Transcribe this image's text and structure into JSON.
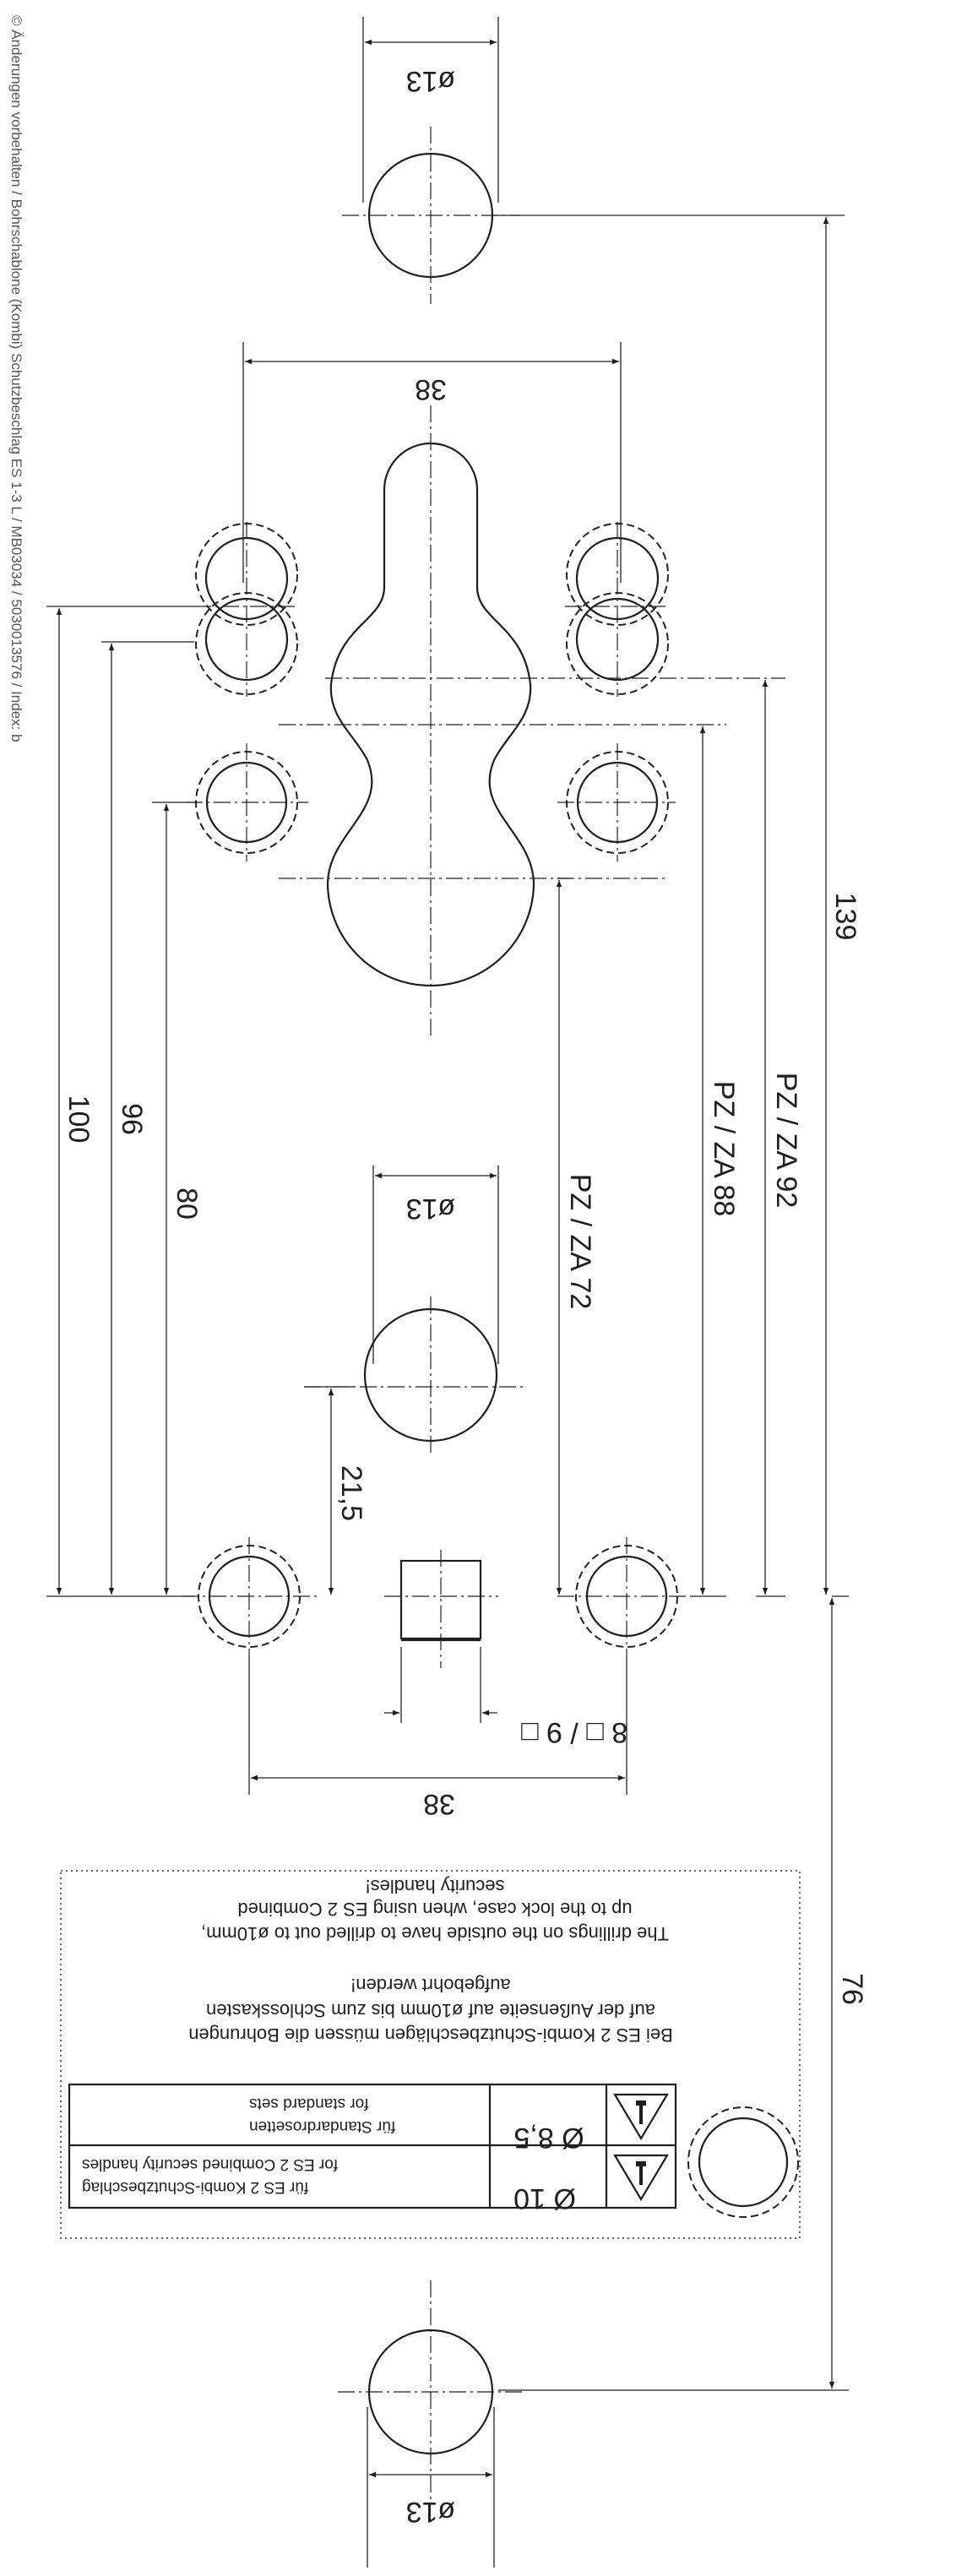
{
  "copyright": "© Änderungen vorbehalten / Bohrschablone (Kombi) Schutzbeschlag ES 1-3 L / MB03034 / 5030013576 / Index: b",
  "dimensions": {
    "d13_top": "ø13",
    "d13_mid": "ø13",
    "d13_bottom": "ø13",
    "w38_top": "38",
    "w38_bottom": "38",
    "len139": "139",
    "len76": "76",
    "len100": "100",
    "len96": "96",
    "len80": "80",
    "pz72": "PZ / ZA 72",
    "pz88": "PZ / ZA 88",
    "pz92": "PZ / ZA 92",
    "d21_5": "21,5",
    "square": "8 □ / 9 □"
  },
  "table": {
    "rows": [
      {
        "diameter": "Ø 8,5",
        "de": "für Standardrosetten",
        "en": "for standard sets"
      },
      {
        "diameter": "Ø 10",
        "de": "für ES 2 Kombi-Schutzbeschlag",
        "en": "for ES 2 Combined security handles"
      }
    ]
  },
  "note": {
    "de_1": "Bei ES 2 Kombi-Schutzbeschlägen müssen die Bohrungen",
    "de_2": "auf der Außenseite auf ø10mm bis zum Schlosskasten",
    "de_3": "aufgebohrt werden!",
    "en_1": "The drillings on the outside have to drilled out to ø10mm,",
    "en_2": "up to the lock case, when using ES 2 Combined",
    "en_3": "security handles!"
  }
}
